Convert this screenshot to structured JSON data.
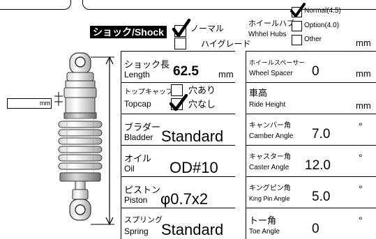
{
  "header": {
    "shock_title": "ショック/Shock",
    "type_options": [
      {
        "label": "ノーマル",
        "checked": true
      },
      {
        "label": "ハイグレード",
        "checked": false
      }
    ],
    "wheel_hubs_jp": "ホイールハブ",
    "wheel_hubs_en": "Whhel Hubs",
    "hub_options": [
      {
        "label": "Normal(4.5)",
        "checked": true
      },
      {
        "label": "Option(4.0)",
        "checked": false
      },
      {
        "label": "Other",
        "checked": false
      }
    ],
    "hub_unit": "mm"
  },
  "left": {
    "length": {
      "jp": "ショック長",
      "en": "Length",
      "value": "62.5",
      "unit": "mm"
    },
    "topcap": {
      "jp": "トップキャップ",
      "en": "Topcap",
      "options": [
        {
          "label": "穴あり",
          "checked": false
        },
        {
          "label": "穴なし",
          "checked": true
        }
      ]
    },
    "bladder": {
      "jp": "ブラダー",
      "en": "Bladder",
      "value": "Standard"
    },
    "oil": {
      "jp": "オイル",
      "en": "Oil",
      "value": "OD#10"
    },
    "piston": {
      "jp": "ピストン",
      "en": "Piston",
      "value": "φ0.7x2"
    },
    "spring": {
      "jp": "スプリング",
      "en": "Spring",
      "value": "Standard"
    }
  },
  "right": {
    "wheel_spacer": {
      "jp": "ホイールスペーサー",
      "en": "Wheel Spacer",
      "value": "0",
      "unit": "mm"
    },
    "ride_height": {
      "jp": "車高",
      "en": "Ride Height",
      "value": "",
      "unit": "mm"
    },
    "camber": {
      "jp": "キャンバー角",
      "en": "Camber Angle",
      "value": "7.0",
      "unit": "°"
    },
    "caster": {
      "jp": "キャスター角",
      "en": "Caster Angle",
      "value": "12.0",
      "unit": "°"
    },
    "king_pin": {
      "jp": "キングピン角",
      "en": "King Pin Angle",
      "value": "5.0",
      "unit": "°"
    },
    "toe": {
      "jp": "トー角",
      "en": "Toe Angle",
      "value": "0",
      "unit": "°"
    }
  },
  "diagram": {
    "mm_box_label": "mm"
  },
  "colors": {
    "accent": "#000000",
    "title_bg": "#000000",
    "title_fg": "#ffffff"
  }
}
